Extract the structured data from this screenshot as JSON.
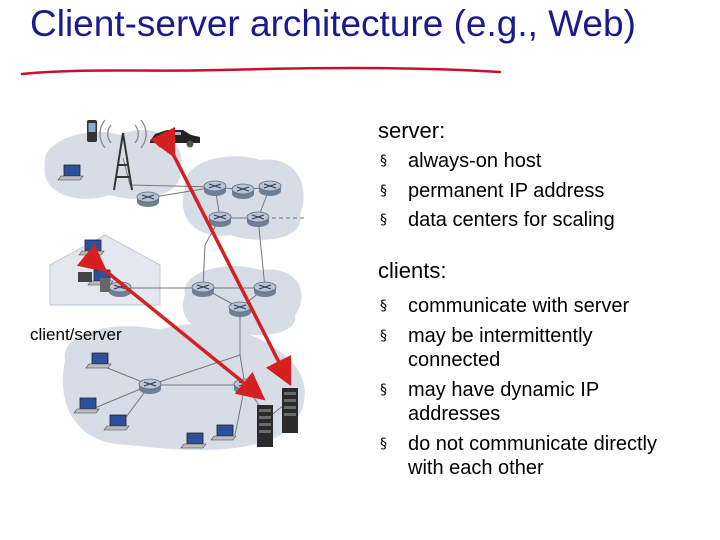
{
  "title": "Client-server architecture (e.g., Web)",
  "server": {
    "heading": "server:",
    "bullets": [
      "always-on host",
      "permanent IP address",
      "data centers for scaling"
    ]
  },
  "clients": {
    "heading": "clients:",
    "bullets": [
      "communicate with server",
      "may be intermittently connected",
      "may have dynamic IP addresses",
      "do not communicate directly with each other"
    ]
  },
  "diagram": {
    "label": "client/server"
  },
  "colors": {
    "title": "#1a1a8c",
    "arrows": "#d42020",
    "cloud": "#d7dde6",
    "router": "#8fa0b5"
  },
  "icons": [
    "router-icon",
    "laptop-icon",
    "smartphone-icon",
    "car-icon",
    "cell-tower-icon",
    "home-network-icon",
    "server-rack-icon",
    "bullet-square-icon"
  ]
}
